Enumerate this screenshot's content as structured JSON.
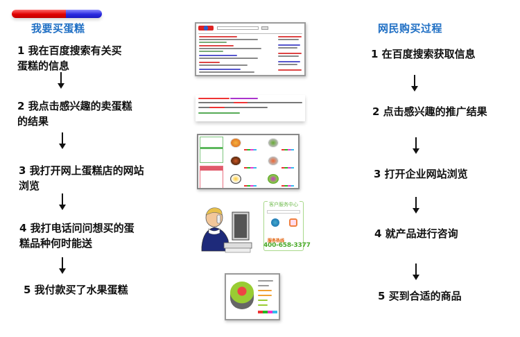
{
  "left_column": {
    "title": "我要买蛋糕",
    "steps": [
      {
        "line1": "1 我在百度搜索有关买",
        "line2": "蛋糕的信息"
      },
      {
        "line1": "2 我点击感兴趣的卖蛋糕",
        "line2": "的结果"
      },
      {
        "line1": "3 我打开网上蛋糕店的网站",
        "line2": "浏览"
      },
      {
        "line1": "4 我打电话问问想买的蛋",
        "line2": "糕品种何时能送"
      },
      {
        "line1": "5 我付款买了水果蛋糕",
        "line2": ""
      }
    ]
  },
  "right_column": {
    "title": "网民购买过程",
    "steps": [
      {
        "label": "1 在百度搜索获取信息"
      },
      {
        "label": "2 点击感兴趣的推广结果"
      },
      {
        "label": "3 打开企业网站浏览"
      },
      {
        "label": "4 就产品进行咨询"
      },
      {
        "label": "5 买到合适的商品"
      }
    ]
  },
  "middle_column": {
    "images": [
      {
        "name": "baidu-search-results-screenshot"
      },
      {
        "name": "sponsored-ad-snippet-screenshot"
      },
      {
        "name": "cake-shop-website-screenshot"
      },
      {
        "name": "customer-service-phone-illustration"
      },
      {
        "name": "cake-product-screenshot"
      }
    ],
    "customer_service": {
      "title": "客户服务中心",
      "hotline_label": "服务热线",
      "hotline": "400-658-3377"
    }
  },
  "colors": {
    "title_blue": "#1f6fc4",
    "bar_red": "#e00000",
    "bar_blue": "#2a2ae0",
    "hotline_green": "#4aaa2a"
  }
}
